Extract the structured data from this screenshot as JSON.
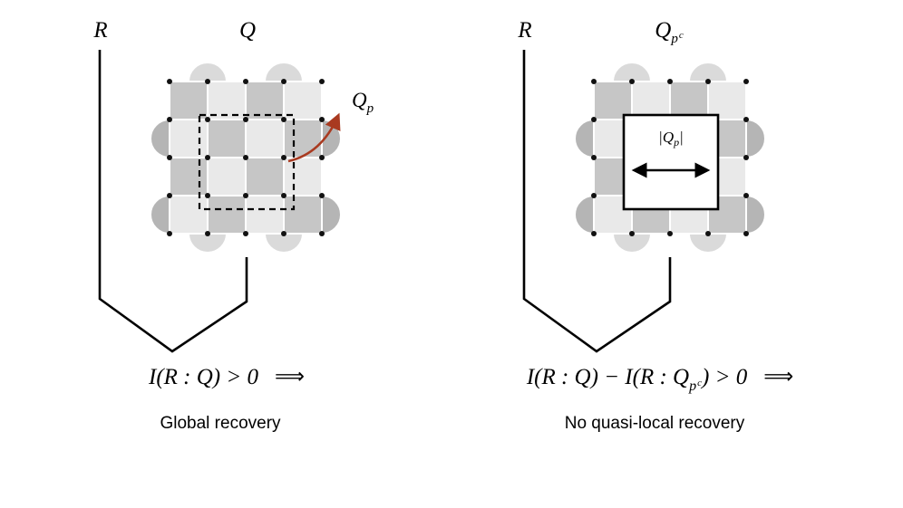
{
  "figure": {
    "left": {
      "r_label": "R",
      "q_label": "Q",
      "patch_label": {
        "base": "Q",
        "sub": "p"
      },
      "equation": {
        "math": "I(R : Q) > 0",
        "implies": "⟹"
      },
      "caption": "Global recovery"
    },
    "right": {
      "r_label": "R",
      "complement_label": {
        "base": "Q",
        "sub": "p",
        "sub_sup": "c"
      },
      "hole_label": {
        "open": "|",
        "base": "Q",
        "sub": "p",
        "close": "|"
      },
      "equation": {
        "m1": "I(R : Q) − I(R : Q",
        "sub": "p",
        "sub_sup": "c",
        "m2": ") > 0",
        "implies": "⟹"
      },
      "caption": "No quasi-local recovery"
    }
  },
  "colors": {
    "tile_dark": "#c6c6c6",
    "tile_light": "#e9e9e9",
    "bump_side": "#b5b5b5",
    "bump_top_bottom": "#dadada",
    "arrow_red": "#a93a20",
    "ink": "#000000"
  }
}
